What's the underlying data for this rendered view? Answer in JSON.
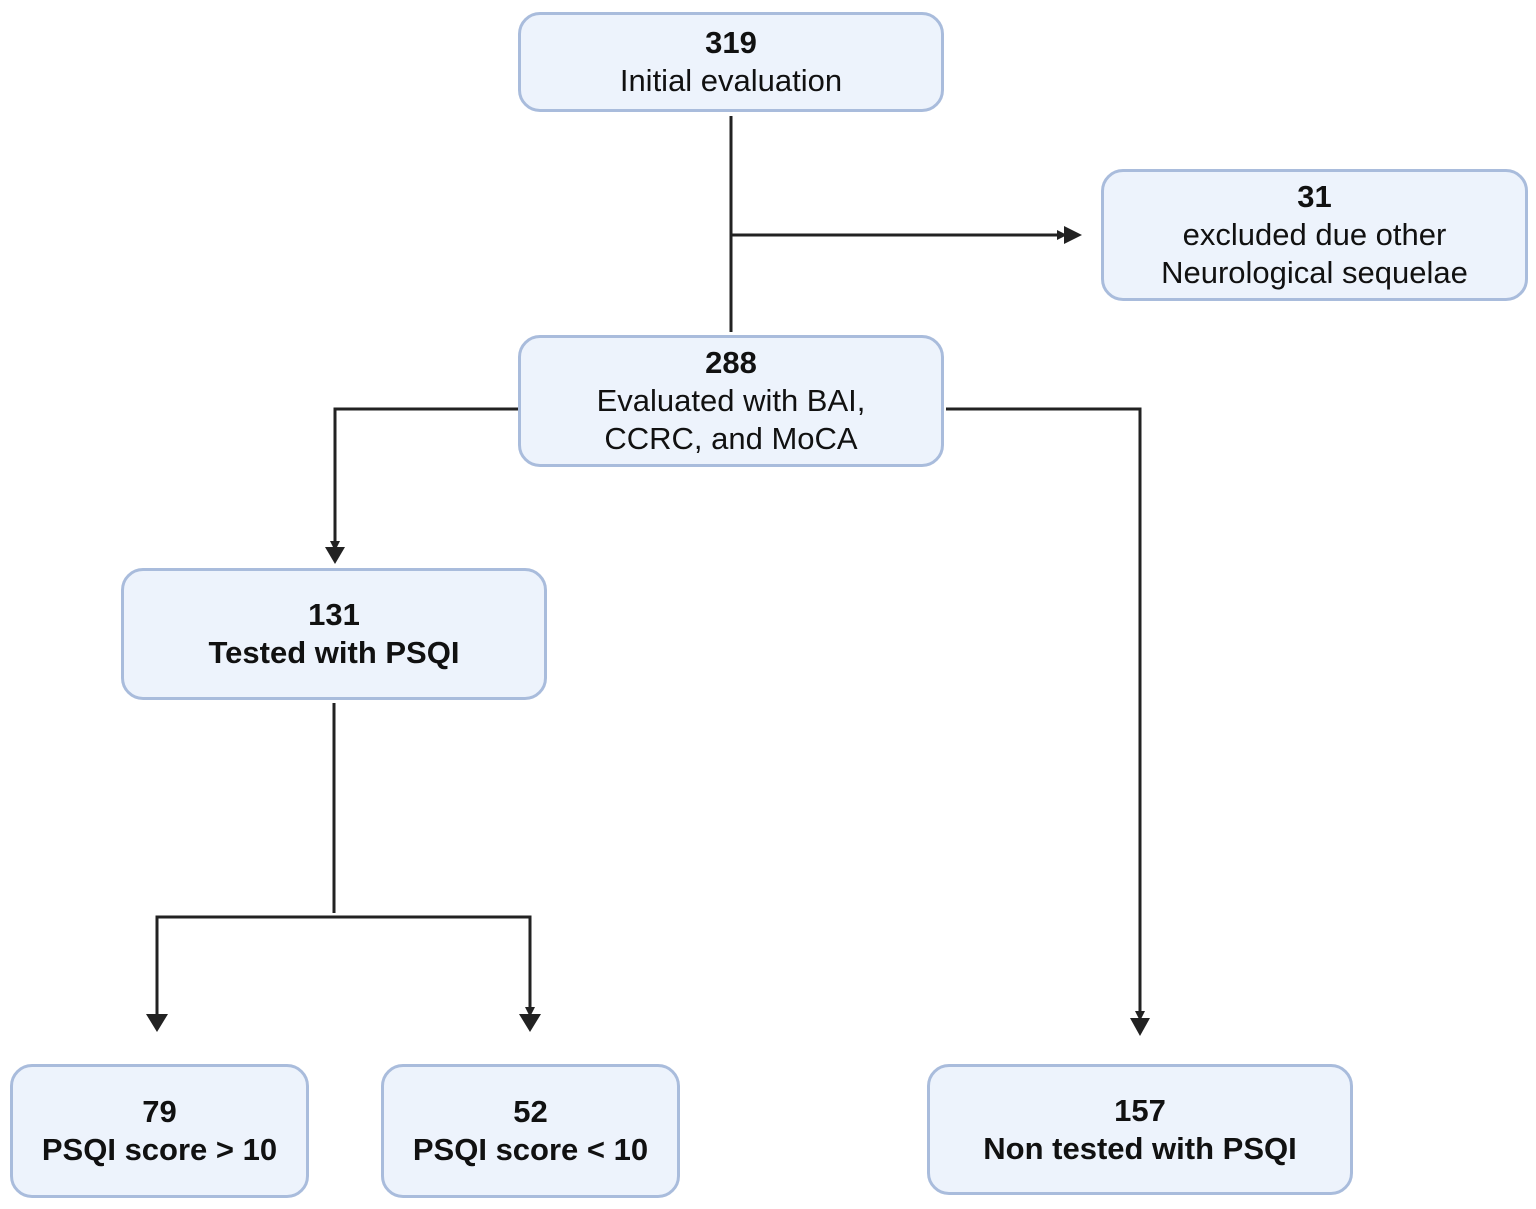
{
  "nodes": {
    "initial": {
      "count": "319",
      "label": "Initial evaluation"
    },
    "excluded": {
      "count": "31",
      "label_line1": "excluded due other",
      "label_line2": "Neurological sequelae"
    },
    "evaluated": {
      "count": "288",
      "label_line1": "Evaluated with BAI,",
      "label_line2": "CCRC, and MoCA"
    },
    "tested": {
      "count": "131",
      "label": "Tested with PSQI"
    },
    "above10": {
      "count": "79",
      "label": "PSQI score > 10"
    },
    "below10": {
      "count": "52",
      "label": "PSQI score < 10"
    },
    "nontested": {
      "count": "157",
      "label": "Non tested with PSQI"
    }
  },
  "colors": {
    "box_fill": "#edf3fc",
    "box_border": "#a9bcdc",
    "connector": "#222222"
  }
}
